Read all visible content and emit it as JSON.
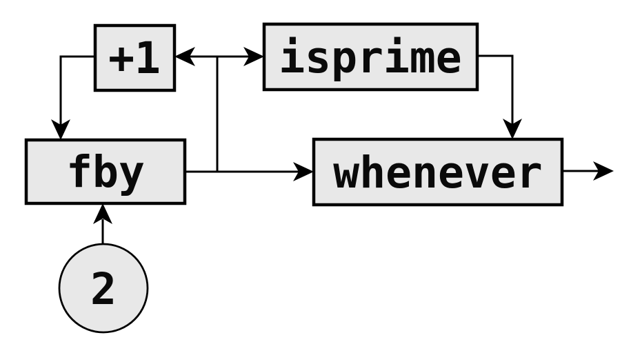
{
  "diagram": {
    "colors": {
      "node_fill": "#e8e8e8",
      "stroke": "#000000",
      "background": "#ffffff"
    },
    "nodes": [
      {
        "id": "plus-one",
        "label": "+1",
        "shape": "box"
      },
      {
        "id": "isprime",
        "label": "isprime",
        "shape": "box"
      },
      {
        "id": "fby",
        "label": "fby",
        "shape": "box"
      },
      {
        "id": "whenever",
        "label": "whenever",
        "shape": "box"
      },
      {
        "id": "two",
        "label": "2",
        "shape": "circle"
      }
    ],
    "edges": [
      {
        "from": "plus-one",
        "to": "fby"
      },
      {
        "from": "fby",
        "to": "plus-one"
      },
      {
        "from": "fby",
        "to": "isprime"
      },
      {
        "from": "fby",
        "to": "whenever"
      },
      {
        "from": "isprime",
        "to": "whenever"
      },
      {
        "from": "whenever",
        "to": "output"
      },
      {
        "from": "two",
        "to": "fby"
      }
    ]
  }
}
